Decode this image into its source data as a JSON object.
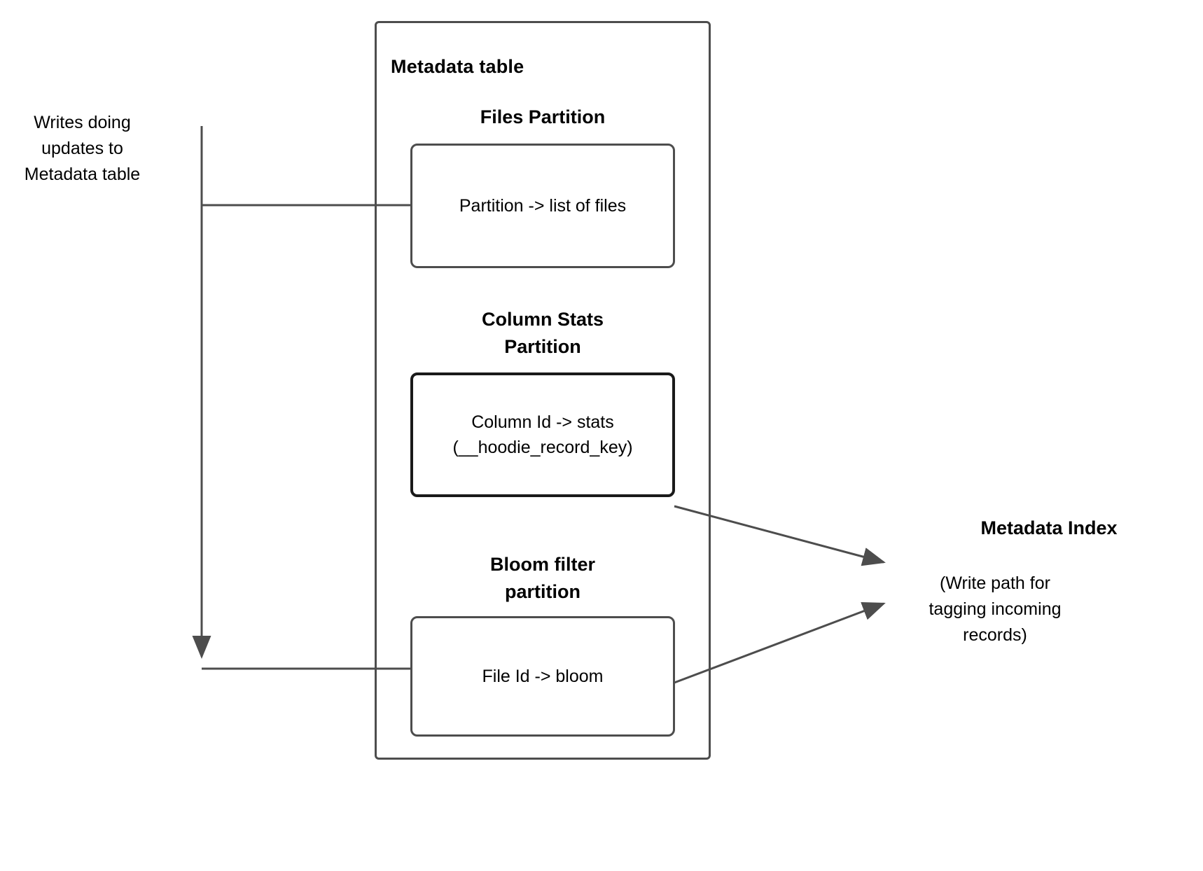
{
  "diagram": {
    "left_note": "Writes doing updates to Metadata table",
    "left_note_lines": [
      "Writes doing",
      "updates to",
      "Metadata table"
    ],
    "outer_container": {
      "title": "Metadata table"
    },
    "partitions": [
      {
        "title": "Files Partition",
        "title_lines": [
          "Files Partition"
        ],
        "box_text": "Partition -> list of files",
        "box_text_lines": [
          "Partition -> list of files"
        ]
      },
      {
        "title": "Column Stats Partition",
        "title_lines": [
          "Column Stats",
          "Partition"
        ],
        "box_text": "Column Id  -> stats (__hoodie_record_key)",
        "box_text_lines": [
          "Column Id  -> stats",
          "(__hoodie_record_key)"
        ]
      },
      {
        "title": "Bloom filter partition",
        "title_lines": [
          "Bloom filter",
          "partition"
        ],
        "box_text": "File Id -> bloom",
        "box_text_lines": [
          "File Id -> bloom"
        ]
      }
    ],
    "right_label": {
      "title": "Metadata Index",
      "caption": "(Write path for tagging incoming records)",
      "caption_lines": [
        "(Write path for",
        "tagging incoming",
        "records)"
      ]
    },
    "colors": {
      "stroke": "#4d4d4d",
      "stroke_dark": "#1a1a1a",
      "text": "#000000",
      "background": "#ffffff"
    }
  }
}
